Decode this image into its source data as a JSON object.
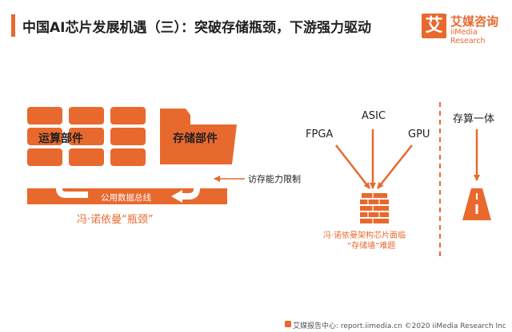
{
  "header": {
    "title": "中国AI芯片发展机遇（三）：突破存储瓶颈，下游强力驱动",
    "logo_mark": "艾",
    "logo_name": "艾媒咨询",
    "logo_en": "iiMedia Research"
  },
  "diagram": {
    "compute_unit": "运算部件",
    "storage_unit": "存储部件",
    "bus_label": "公用数据总线",
    "access_limit": "访存能力限制",
    "bottleneck": "冯·诺依曼“瓶颈”",
    "chip_types": [
      "FPGA",
      "ASIC",
      "GPU"
    ],
    "wall_caption_line1": "冯·诺依曼架构芯片面临",
    "wall_caption_line2": "“存储墙”难题",
    "integrated": "存算一体"
  },
  "footer": {
    "text": "艾媒报告中心: report.iimedia.cn   ©2020  iiMedia Research  Inc"
  },
  "colors": {
    "accent": "#e8692e"
  }
}
